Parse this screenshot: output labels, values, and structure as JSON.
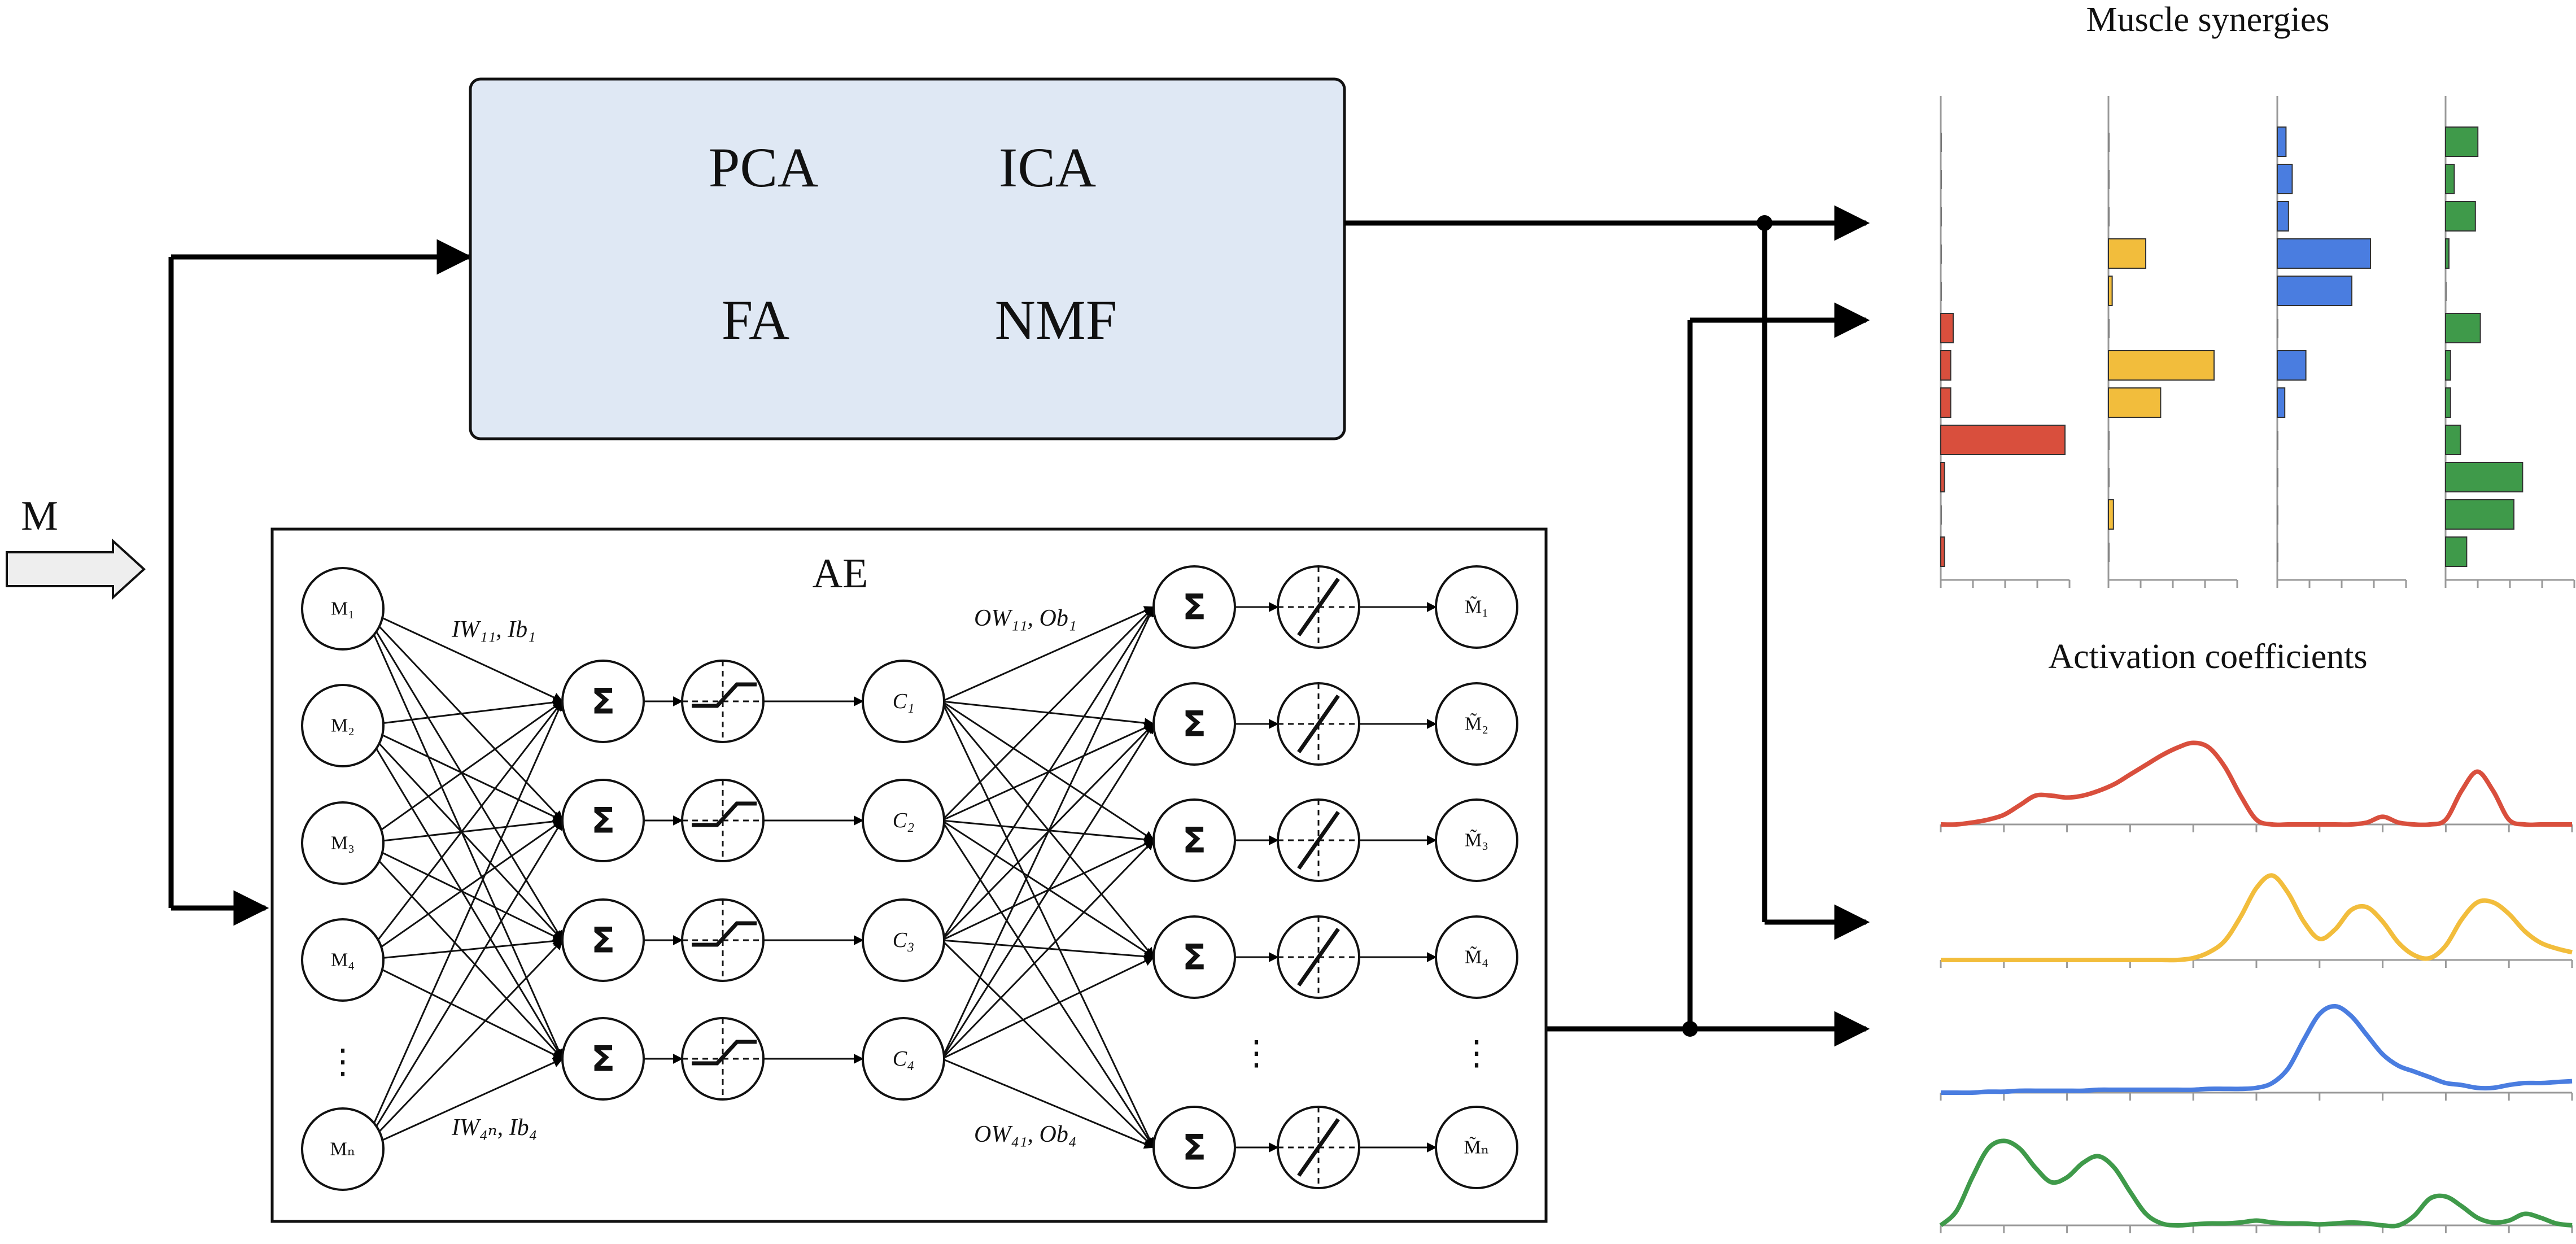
{
  "input_label": "M",
  "methods_box": {
    "items": [
      "PCA",
      "ICA",
      "FA",
      "NMF"
    ],
    "fill_color": "#dfe8f4"
  },
  "ae": {
    "title": "AE",
    "inputs": [
      "M₁",
      "M₂",
      "M₃",
      "M₄",
      "⋮",
      "Mₙ"
    ],
    "hidden_codes": [
      "C₁",
      "C₂",
      "C₃",
      "C₄"
    ],
    "outputs": [
      "M̃₁",
      "M̃₂",
      "M̃₃",
      "M̃₄",
      "⋮",
      "M̃ₙ"
    ],
    "sum_symbol": "Σ",
    "weight_labels": {
      "input_top": "IW₁₁, Ib₁",
      "input_bottom": "IW₄ₙ, Ib₄",
      "output_top": "OW₁₁, Ob₁",
      "output_bottom": "OW₄₁, Ob₄"
    }
  },
  "synergies": {
    "title": "Muscle synergies",
    "colors": [
      "#d94f3d",
      "#f2bd3c",
      "#4a7de0",
      "#3f9a4a"
    ],
    "values": [
      [
        0.0,
        0.0,
        0.0,
        0.0,
        0.0,
        0.1,
        0.08,
        0.08,
        1.0,
        0.03,
        0.0,
        0.03
      ],
      [
        0.0,
        0.0,
        0.0,
        0.3,
        0.03,
        0.0,
        0.85,
        0.42,
        0.0,
        0.0,
        0.04,
        0.0
      ],
      [
        0.07,
        0.12,
        0.09,
        0.75,
        0.6,
        0.0,
        0.23,
        0.06,
        0.0,
        0.0,
        0.0,
        0.0
      ],
      [
        0.26,
        0.07,
        0.24,
        0.02,
        0.0,
        0.28,
        0.04,
        0.04,
        0.12,
        0.62,
        0.55,
        0.17
      ]
    ]
  },
  "activations": {
    "title": "Activation coefficients",
    "colors": [
      "#d94f3d",
      "#f2bd3c",
      "#4a7de0",
      "#3f9a4a"
    ],
    "curves": [
      [
        0.0,
        0.0,
        0.02,
        0.05,
        0.1,
        0.2,
        0.3,
        0.3,
        0.28,
        0.3,
        0.35,
        0.42,
        0.52,
        0.62,
        0.72,
        0.8,
        0.85,
        0.8,
        0.6,
        0.3,
        0.05,
        0.0,
        0.0,
        0.0,
        0.0,
        0.0,
        0.0,
        0.02,
        0.08,
        0.02,
        0.0,
        0.0,
        0.05,
        0.35,
        0.55,
        0.35,
        0.05,
        0.0,
        0.0,
        0.0,
        0.0
      ],
      [
        0.0,
        0.0,
        0.0,
        0.0,
        0.0,
        0.0,
        0.0,
        0.0,
        0.0,
        0.0,
        0.0,
        0.0,
        0.0,
        0.0,
        0.0,
        0.0,
        0.02,
        0.08,
        0.2,
        0.45,
        0.75,
        0.88,
        0.7,
        0.4,
        0.22,
        0.32,
        0.52,
        0.55,
        0.4,
        0.18,
        0.05,
        0.02,
        0.15,
        0.42,
        0.6,
        0.6,
        0.48,
        0.3,
        0.18,
        0.12,
        0.08
      ],
      [
        0.0,
        0.0,
        0.0,
        0.01,
        0.01,
        0.02,
        0.02,
        0.02,
        0.02,
        0.02,
        0.03,
        0.03,
        0.03,
        0.03,
        0.03,
        0.03,
        0.03,
        0.04,
        0.04,
        0.04,
        0.05,
        0.1,
        0.25,
        0.55,
        0.82,
        0.9,
        0.8,
        0.6,
        0.4,
        0.28,
        0.22,
        0.16,
        0.1,
        0.08,
        0.05,
        0.05,
        0.08,
        0.1,
        0.1,
        0.11,
        0.12
      ],
      [
        0.0,
        0.15,
        0.5,
        0.8,
        0.88,
        0.8,
        0.6,
        0.45,
        0.5,
        0.65,
        0.72,
        0.6,
        0.35,
        0.12,
        0.02,
        0.0,
        0.01,
        0.02,
        0.02,
        0.03,
        0.05,
        0.03,
        0.02,
        0.02,
        0.01,
        0.02,
        0.03,
        0.02,
        0.0,
        0.0,
        0.1,
        0.28,
        0.3,
        0.2,
        0.08,
        0.03,
        0.05,
        0.12,
        0.08,
        0.02,
        0.0
      ]
    ]
  }
}
